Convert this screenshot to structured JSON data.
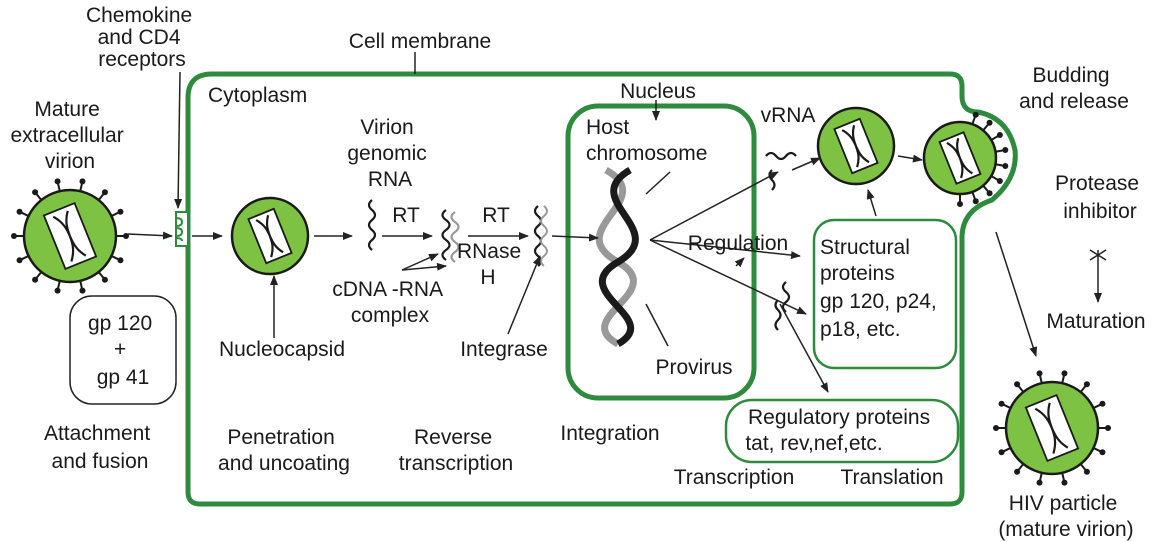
{
  "labels": {
    "receptors": [
      "Chemokine",
      "and CD4",
      "receptors"
    ],
    "cell_membrane": "Cell membrane",
    "cytoplasm": "Cytoplasm",
    "mature_virion": [
      "Mature",
      "extracellular",
      "virion"
    ],
    "gp_box": [
      "gp 120",
      "+",
      "gp 41"
    ],
    "attachment": [
      "Attachment",
      "and fusion"
    ],
    "nucleocapsid": "Nucleocapsid",
    "penetration": [
      "Penetration",
      "and uncoating"
    ],
    "virion_rna": [
      "Virion",
      "genomic",
      "RNA"
    ],
    "rt1": "RT",
    "rt2": "RT",
    "rnase": [
      "RNase",
      "H"
    ],
    "cdna_complex": [
      "cDNA -RNA",
      "complex"
    ],
    "reverse_transcription": [
      "Reverse",
      "transcription"
    ],
    "integrase": "Integrase",
    "integration": "Integration",
    "nucleus": "Nucleus",
    "host_chromosome": [
      "Host",
      "chromosome"
    ],
    "provirus": "Provirus",
    "vrna": "vRNA",
    "regulation": "Regulation",
    "structural": [
      "Structural",
      "proteins",
      "gp 120, p24,",
      "p18, etc."
    ],
    "regulatory": [
      "Regulatory proteins",
      "tat, rev,nef,etc."
    ],
    "transcription": "Transcription",
    "translation": "Translation",
    "budding": [
      "Budding",
      "and release"
    ],
    "protease_inhibitor": [
      "Protease",
      "inhibitor"
    ],
    "maturation": "Maturation",
    "hiv_particle": [
      "HIV particle",
      "(mature virion)"
    ]
  },
  "colors": {
    "membrane": "#2e8b3e",
    "virion": "#7dc242",
    "text": "#1a1a1a"
  }
}
